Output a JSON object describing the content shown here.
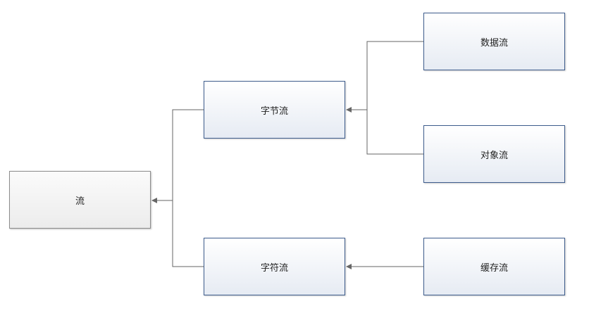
{
  "diagram": {
    "nodes": {
      "root": "流",
      "byte_stream": "字节流",
      "char_stream": "字符流",
      "data_stream": "数据流",
      "object_stream": "对象流",
      "buffered_stream": "缓存流"
    },
    "edges": [
      {
        "from": "byte_stream",
        "to": "root"
      },
      {
        "from": "char_stream",
        "to": "root"
      },
      {
        "from": "data_stream",
        "to": "byte_stream"
      },
      {
        "from": "object_stream",
        "to": "byte_stream"
      },
      {
        "from": "buffered_stream",
        "to": "char_stream"
      }
    ],
    "colors": {
      "root_border": "#8c8c8c",
      "child_border": "#3d5c8c",
      "connector": "#666666"
    }
  }
}
